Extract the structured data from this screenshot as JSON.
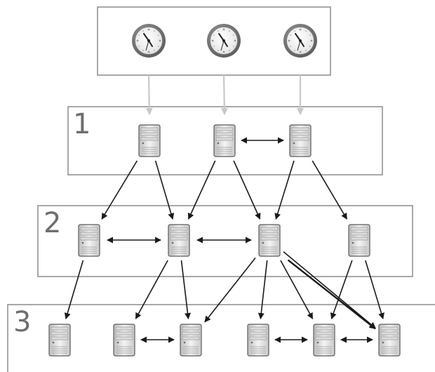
{
  "diagram": {
    "reference_clocks": {
      "count": 3,
      "icon": "clock-icon"
    },
    "strata": [
      {
        "label": "1",
        "servers": 3,
        "icon": "server-icon"
      },
      {
        "label": "2",
        "servers": 4,
        "icon": "server-icon"
      },
      {
        "label": "3",
        "servers": 6,
        "icon": "server-icon"
      }
    ],
    "colors": {
      "box_border": "#8c8c8c",
      "clock_arrow": "#c8c8c8",
      "arrow": "#1a1a1a",
      "label": "#6e6e6e"
    }
  }
}
